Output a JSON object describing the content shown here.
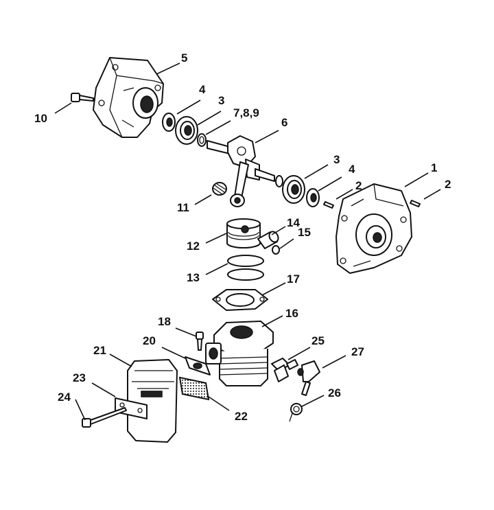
{
  "diagram": {
    "labels": {
      "p1": "1",
      "p2a": "2",
      "p2b": "2",
      "p3a": "3",
      "p3b": "3",
      "p4a": "4",
      "p4b": "4",
      "p5": "5",
      "p6": "6",
      "p789": "7,8,9",
      "p10": "10",
      "p11": "11",
      "p12": "12",
      "p13": "13",
      "p14": "14",
      "p15": "15",
      "p16": "16",
      "p17": "17",
      "p18": "18",
      "p20": "20",
      "p21": "21",
      "p22": "22",
      "p23": "23",
      "p24": "24",
      "p25": "25",
      "p26": "26",
      "p27": "27"
    }
  }
}
